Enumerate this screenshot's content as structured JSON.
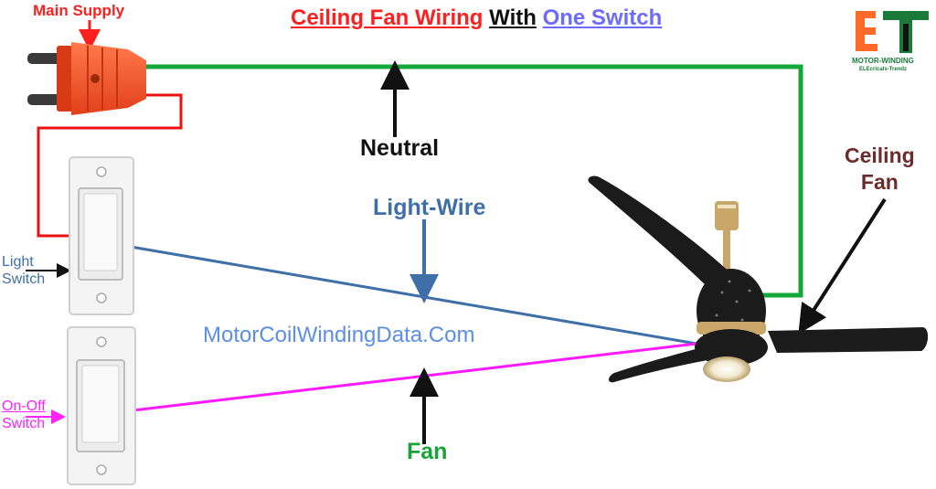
{
  "title": {
    "part1": "Ceiling Fan Wiring",
    "part2": "With",
    "part3": "One Switch"
  },
  "labels": {
    "main_supply": "Main Supply",
    "neutral": "Neutral",
    "light_wire": "Light-Wire",
    "fan": "Fan",
    "ceiling_fan_line1": "Ceiling",
    "ceiling_fan_line2": "Fan",
    "light_switch_line1": "Light",
    "light_switch_line2": "Switch",
    "onoff_switch_line1": "On-Off",
    "onoff_switch_line2": "Switch",
    "website": "MotorCoilWindingData.Com"
  },
  "logo": {
    "letters": "ET",
    "line1": "MOTOR-WINDING",
    "line2": "ELEcricals-Trendz"
  },
  "colors": {
    "neutral_wire": "#14a83a",
    "supply_wire": "#ee1111",
    "light_wire": "#3f6fa8",
    "fan_wire": "#ff1aff",
    "plug": "#ff5a2a",
    "fan_body": "#1b1b1b",
    "fan_accent": "#c9a76a"
  }
}
